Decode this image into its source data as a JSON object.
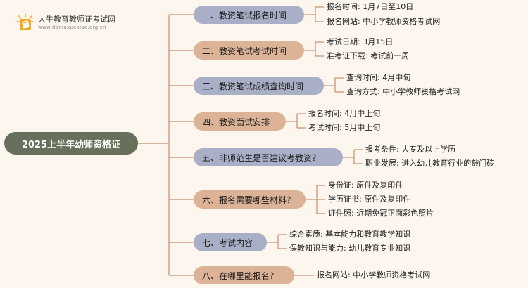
{
  "logo": {
    "title": "大牛教育教师证考试网",
    "url": "www.daniuxuexiao.org.cn",
    "icon": "pencil-book-icon"
  },
  "colors": {
    "root": "#67705a",
    "branch_blue": "#a9afc6",
    "branch_tan": "#dcb397",
    "connector": "#c98f6a"
  },
  "root": {
    "label": "2025上半年幼师资格证"
  },
  "branches": [
    {
      "label": "一、教资笔试报名时间",
      "style": "blue",
      "leaves": [
        "报名时间: 1月7日至10日",
        "报名网站: 中小学教师资格考试网"
      ]
    },
    {
      "label": "二、教资笔试考试时间",
      "style": "tan",
      "leaves": [
        "考试日期: 3月15日",
        "准考证下载: 考试前一周"
      ]
    },
    {
      "label": "三、教资笔试成绩查询时间",
      "style": "blue",
      "leaves": [
        "查询时间: 4月中旬",
        "查询方式: 中小学教师资格考试网"
      ]
    },
    {
      "label": "四、教资面试安排",
      "style": "tan",
      "leaves": [
        "报名时间: 4月中上旬",
        "考试时间: 5月中上旬"
      ]
    },
    {
      "label": "五、非师范生是否建议考教资？",
      "style": "blue",
      "leaves": [
        "报考条件: 大专及以上学历",
        "职业发展: 进入幼儿教育行业的敲门砖"
      ]
    },
    {
      "label": "六、报名需要哪些材料？",
      "style": "tan",
      "leaves": [
        "身份证: 原件及复印件",
        "学历证书: 原件及复印件",
        "证件照: 近期免冠正面彩色照片"
      ]
    },
    {
      "label": "七、考试内容",
      "style": "blue",
      "leaves": [
        "综合素质: 基本能力和教育教学知识",
        "保教知识与能力: 幼儿教育专业知识"
      ]
    },
    {
      "label": "八、在哪里能报名？",
      "style": "tan",
      "leaves": [
        "报名网站: 中小学教师资格考试网"
      ]
    }
  ]
}
